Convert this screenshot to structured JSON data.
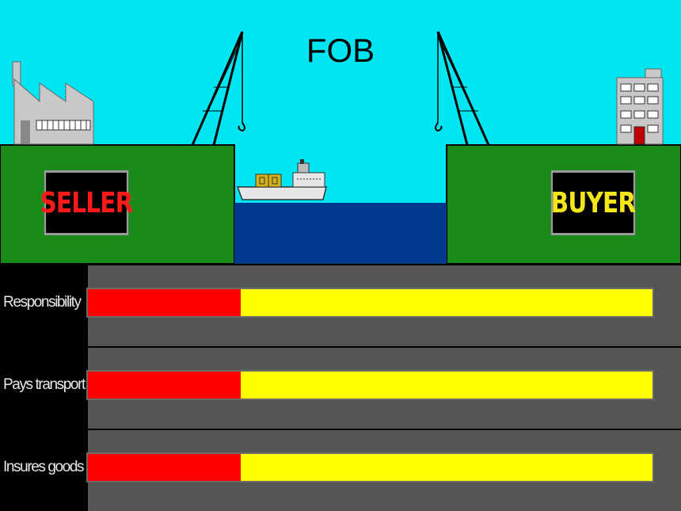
{
  "title": "FOB",
  "parties": {
    "seller": "SELLER",
    "buyer": "BUYER"
  },
  "rows": [
    {
      "label": "Responsibility",
      "seller_share": 0.27
    },
    {
      "label": "Pays transport",
      "seller_share": 0.27
    },
    {
      "label": "Insures goods",
      "seller_share": 0.27
    }
  ],
  "colors": {
    "sky": "#00e5f2",
    "land": "#1a8a1a",
    "water": "#003a8c",
    "seller": "#ff0000",
    "buyer": "#ffff00"
  }
}
